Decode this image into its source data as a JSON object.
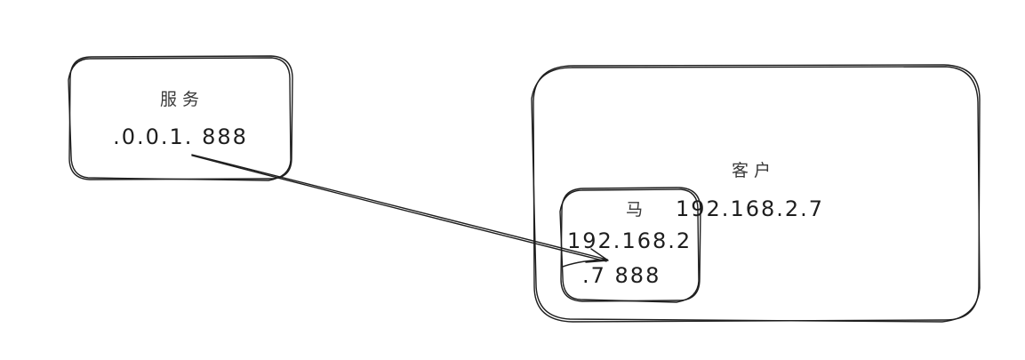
{
  "server_box": {
    "title": "服务",
    "address": ".0.0.1. 888"
  },
  "client_box": {
    "title": "客户",
    "address": "192.168.2.7"
  },
  "inner_box": {
    "title": "马",
    "address_line1": "192.168.2",
    "address_line2": ".7  888"
  },
  "colors": {
    "stroke": "#1e1e1e",
    "background": "#ffffff"
  }
}
